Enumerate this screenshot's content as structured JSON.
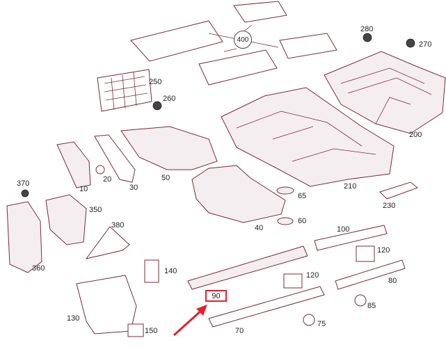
{
  "diagram": {
    "circled_label": "400",
    "highlighted_label": "90",
    "part_labels": {
      "p10": "10",
      "p20": "20",
      "p30": "30",
      "p40": "40",
      "p50": "50",
      "p60": "60",
      "p65": "65",
      "p70": "70",
      "p75": "75",
      "p80": "80",
      "p85": "85",
      "p100": "100",
      "p120a": "120",
      "p120b": "120",
      "p130": "130",
      "p140": "140",
      "p150": "150",
      "p200": "200",
      "p210": "210",
      "p230": "230",
      "p250": "250",
      "p260": "260",
      "p270": "270",
      "p280": "280",
      "p350": "350",
      "p360": "360",
      "p370": "370",
      "p380": "380"
    },
    "colors": {
      "line": "#7a2a3a",
      "highlight": "#e0202a",
      "arrow": "#e0202a"
    }
  }
}
